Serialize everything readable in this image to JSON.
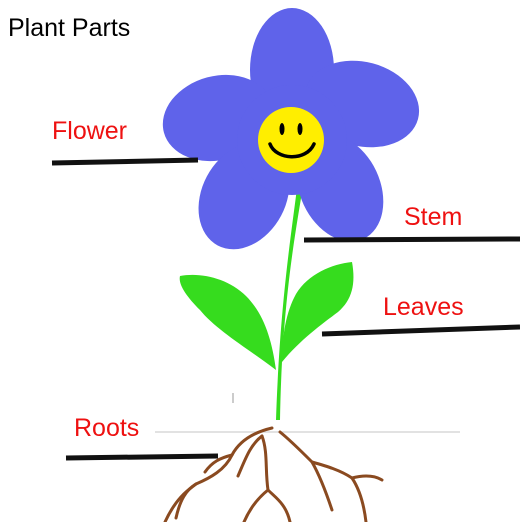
{
  "title": "Plant Parts",
  "labels": {
    "flower": "Flower",
    "stem": "Stem",
    "leaves": "Leaves",
    "roots": "Roots"
  },
  "colors": {
    "petal": "#5f63ea",
    "face": "#ffee00",
    "stem": "#36dc1e",
    "root": "#8a4a20",
    "label": "#ee1111",
    "line": "#111111"
  }
}
